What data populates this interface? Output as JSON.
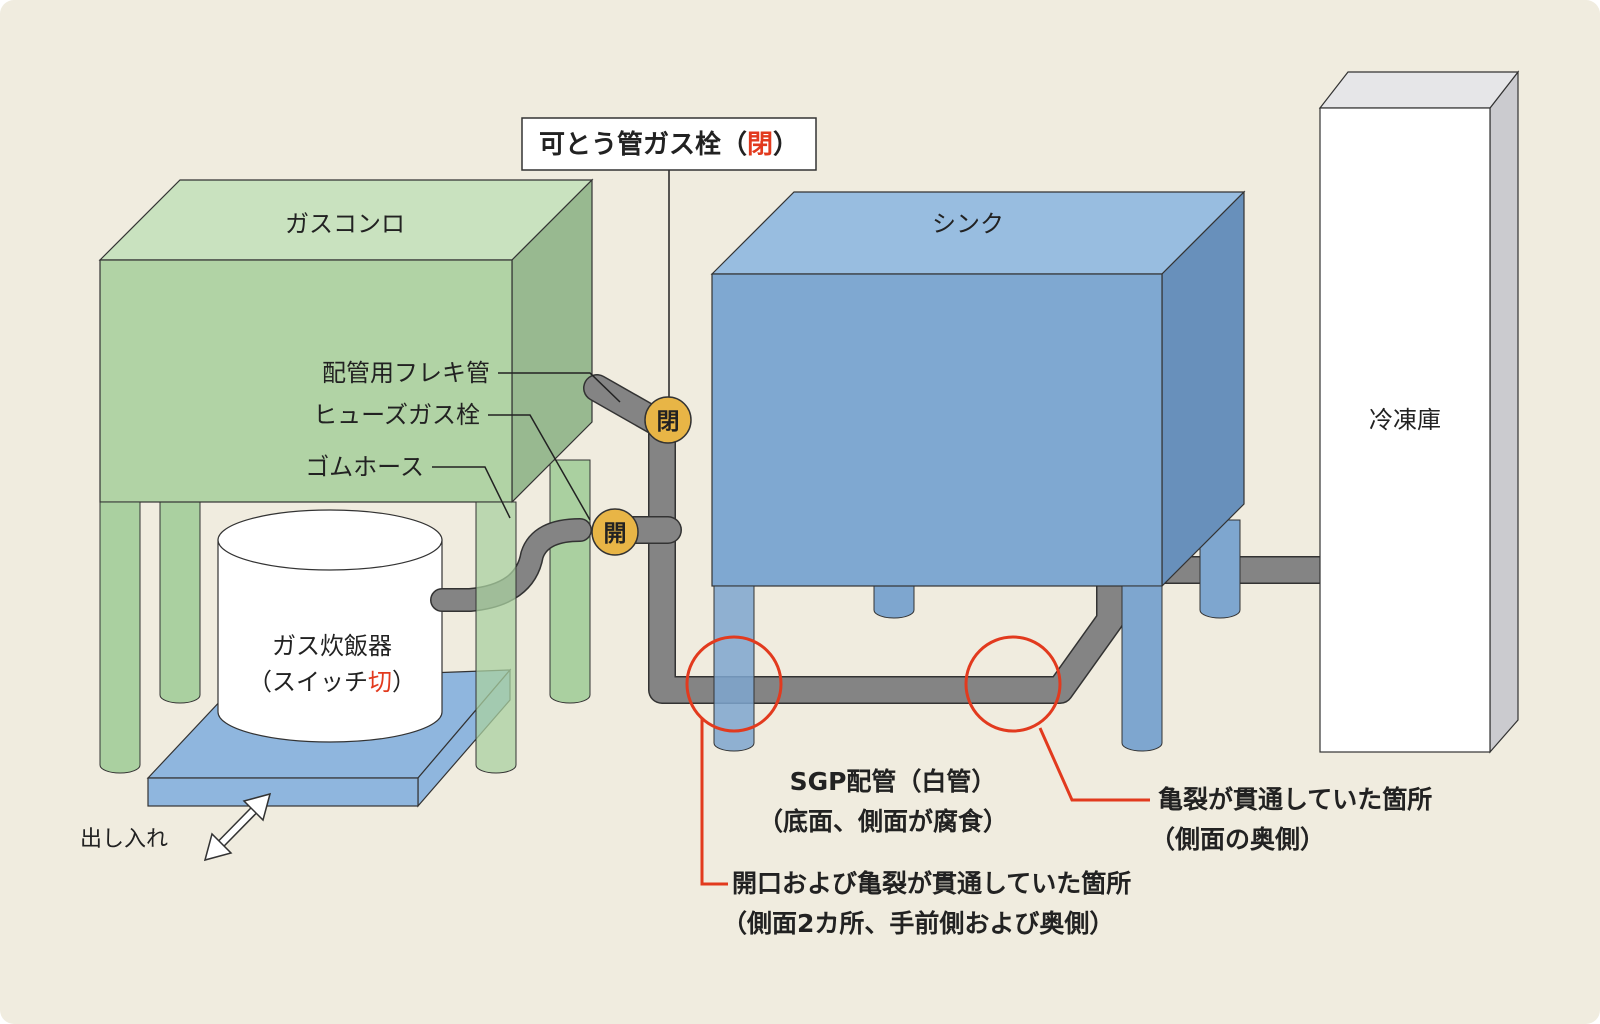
{
  "colors": {
    "background": "#f0ecdf",
    "stove_front": "#b1d3a5",
    "stove_top": "#c9e2bf",
    "stove_side": "#98b990",
    "stove_legs": "#aad0a0",
    "sink_front": "#7fa8d1",
    "sink_top": "#98bde0",
    "sink_side": "#6890bb",
    "sink_legs": "#7ea6cf",
    "fridge_front": "#ffffff",
    "fridge_side": "#cbcbcf",
    "pipe": "#848484",
    "valve": "#e8b546",
    "highlight_red": "#e23a1e",
    "tray": "#8fb6de"
  },
  "labels": {
    "stove": "ガスコンロ",
    "sink": "シンク",
    "fridge": "冷凍庫",
    "flex_pipe": "配管用フレキ管",
    "fuse_valve": "ヒューズガス栓",
    "rubber_hose": "ゴムホース",
    "rice_cooker_line1": "ガス炊飯器",
    "rice_cooker_line2_pre": "（スイッチ",
    "rice_cooker_line2_red": "切",
    "rice_cooker_line2_post": "）",
    "move": "出し入れ",
    "flex_valve_pre": "可とう管ガス栓（",
    "flex_valve_red": "閉",
    "flex_valve_post": "）",
    "valve_closed": "閉",
    "valve_open": "開",
    "sgp_line1": "SGP配管（白管）",
    "sgp_line2": "（底面、側面が腐食）",
    "crack_line1": "亀裂が貫通していた箇所",
    "crack_line2": "（側面の奥側）",
    "opening_line1": "開口および亀裂が貫通していた箇所",
    "opening_line2": "（側面2カ所、手前側および奥側）"
  },
  "icons": {
    "move_arrow": "double-arrow-icon"
  }
}
